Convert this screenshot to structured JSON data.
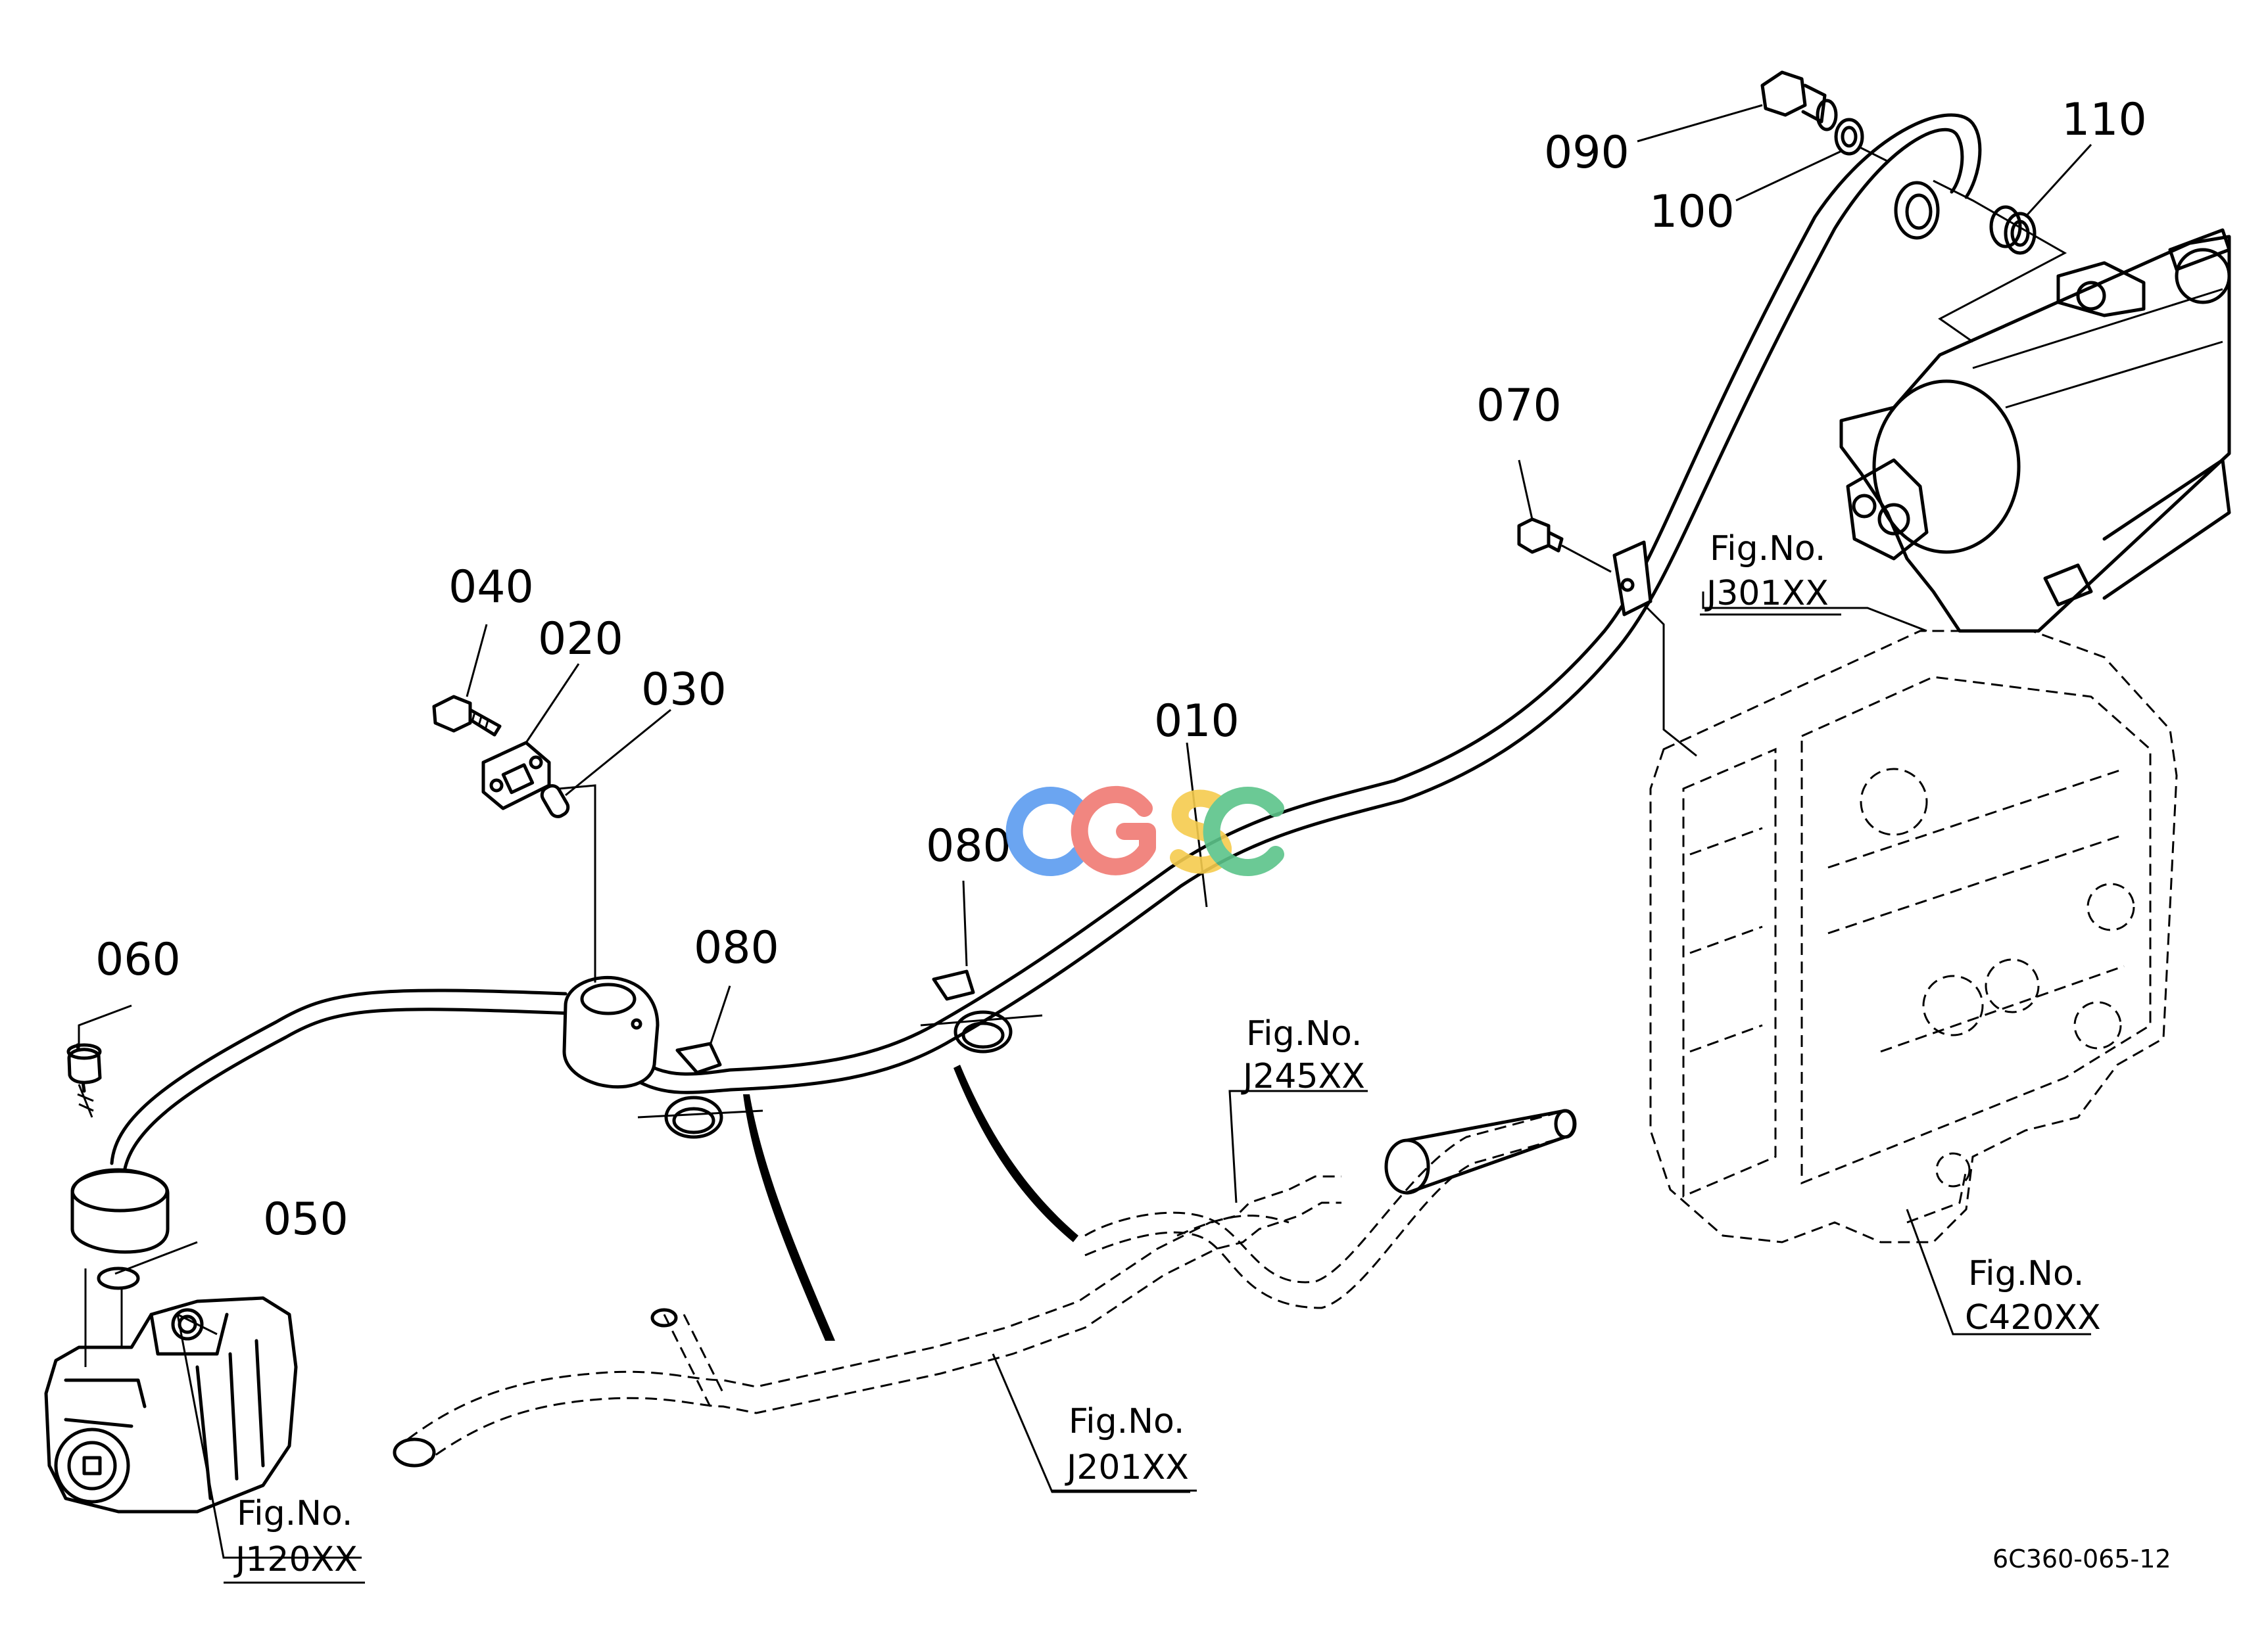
{
  "part_labels": {
    "p010": "010",
    "p020": "020",
    "p030": "030",
    "p040": "040",
    "p050": "050",
    "p060": "060",
    "p070": "070",
    "p080a": "080",
    "p080b": "080",
    "p090": "090",
    "p100": "100",
    "p110": "110"
  },
  "figure_refs": {
    "j301": {
      "prefix": "Fig.No.",
      "code": "J301XX"
    },
    "c420": {
      "prefix": "Fig.No.",
      "code": "C420XX"
    },
    "j245": {
      "prefix": "Fig.No.",
      "code": "J245XX"
    },
    "j201": {
      "prefix": "Fig.No.",
      "code": "J201XX"
    },
    "j120": {
      "prefix": "Fig.No.",
      "code": "J120XX"
    }
  },
  "watermark": {
    "text": "CGSC",
    "colors": [
      "#5b9cf0",
      "#f07a73",
      "#f6cc4e",
      "#5cc48a"
    ]
  },
  "drawing_code": "6C360-065-12"
}
